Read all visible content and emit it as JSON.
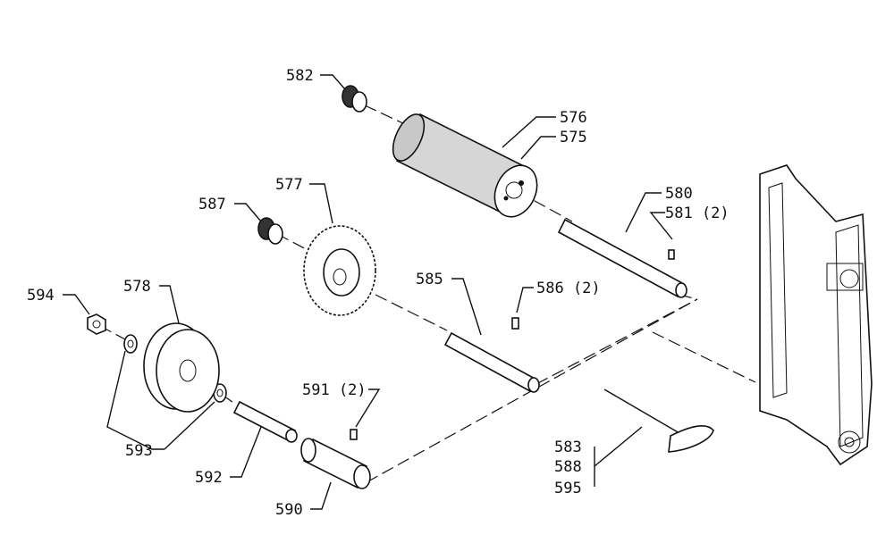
{
  "labels": {
    "p582": "582",
    "p576": "576",
    "p575": "575",
    "p577": "577",
    "p587": "587",
    "p580": "580",
    "p581": "581 (2)",
    "p585": "585",
    "p586": "586 (2)",
    "p594": "594",
    "p578": "578",
    "p591": "591 (2)",
    "p593": "593",
    "p592": "592",
    "p590": "590",
    "p583": "583",
    "p588": "588",
    "p595": "595"
  }
}
